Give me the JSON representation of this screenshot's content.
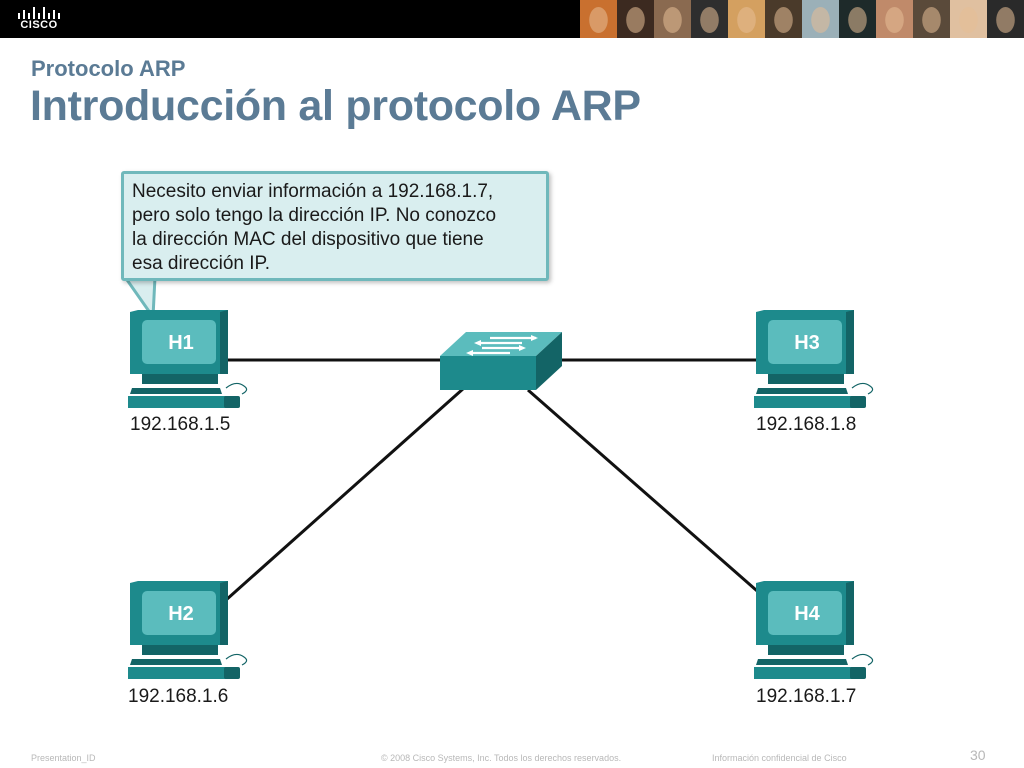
{
  "header": {
    "logo_text": "CISCO",
    "photo_colors": [
      "#c9702f",
      "#3c2a20",
      "#8a6a50",
      "#2e2e2e",
      "#d4a060",
      "#4a3a2a",
      "#9bb0b8",
      "#1e2a2a",
      "#c08a6a",
      "#5a4a3a",
      "#e0c0a0",
      "#2a2a2a"
    ]
  },
  "slide": {
    "subtitle": "Protocolo ARP",
    "title": "Introducción al protocolo ARP"
  },
  "callout": {
    "lines": [
      "Necesito enviar información a 192.168.1.7,",
      "pero solo tengo la dirección IP. No conozco",
      "la dirección MAC del dispositivo que tiene",
      "esa dirección IP."
    ]
  },
  "hosts": [
    {
      "label": "H1",
      "ip": "192.168.1.5"
    },
    {
      "label": "H2",
      "ip": "192.168.1.6"
    },
    {
      "label": "H3",
      "ip": "192.168.1.8"
    },
    {
      "label": "H4",
      "ip": "192.168.1.7"
    }
  ],
  "colors": {
    "teal": "#1d8a8c",
    "teal_dark": "#136466",
    "teal_light": "#5bbcbd",
    "title": "#5b7b95",
    "callout_bg": "#d9eeef",
    "callout_border": "#6fb8bb"
  },
  "footer": {
    "presentation_id": "Presentation_ID",
    "copyright": "© 2008 Cisco Systems, Inc. Todos los derechos reservados.",
    "confidential": "Información confidencial de Cisco",
    "page": "30"
  }
}
